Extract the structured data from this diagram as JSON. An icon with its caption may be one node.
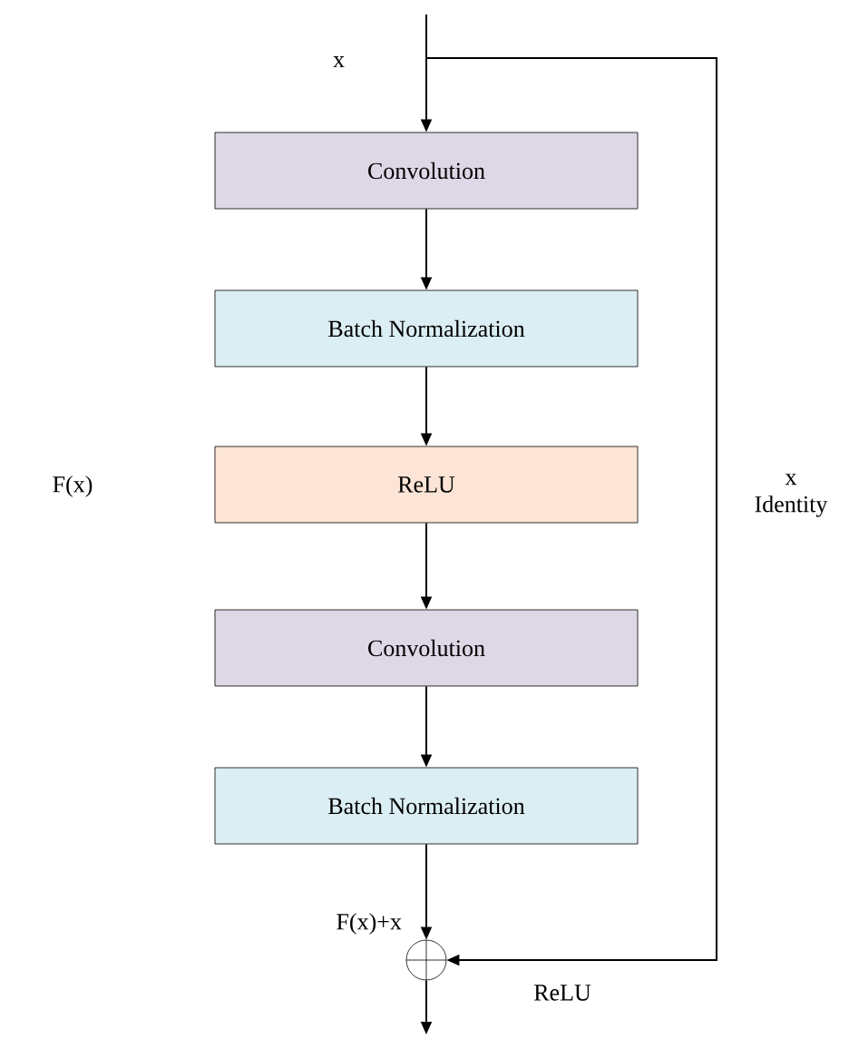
{
  "diagram": {
    "nodes": [
      {
        "text": [
          "Convolution"
        ]
      },
      {
        "text": [
          "Batch Normalization"
        ]
      },
      {
        "text": [
          "ReLU"
        ]
      },
      {
        "text": [
          "Convolution"
        ]
      },
      {
        "text": [
          "Batch Normalization"
        ]
      },
      {
        "text": [],
        "shape": "circle"
      }
    ],
    "edges": [
      {
        "from": null,
        "to": 0,
        "arrow": "to",
        "label": "x"
      },
      {
        "from": 0,
        "to": 1,
        "arrow": "to"
      },
      {
        "from": 1,
        "to": 2,
        "arrow": "to"
      },
      {
        "from": 2,
        "to": 3,
        "arrow": "to"
      },
      {
        "from": 3,
        "to": 4,
        "arrow": "to"
      },
      {
        "from": 4,
        "to": 5,
        "arrow": "to",
        "label": "F(x)+x"
      },
      {
        "from": null,
        "to": 5,
        "arrow": "to",
        "label": "x Identity"
      },
      {
        "from": 5,
        "to": null,
        "arrow": "to"
      }
    ],
    "labels": [
      "F(x)",
      "ReLU"
    ]
  }
}
